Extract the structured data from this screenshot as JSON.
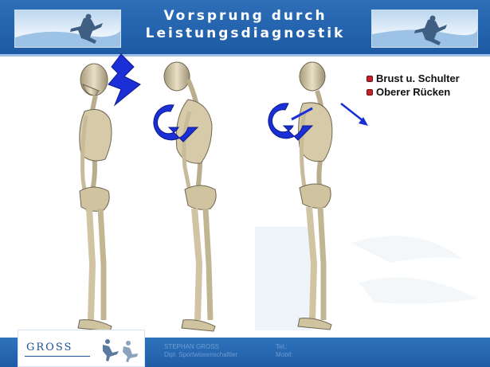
{
  "header": {
    "title_line1": "Vorsprung durch",
    "title_line2": "Leistungsdiagnostik"
  },
  "bullets": [
    "Brust u. Schulter",
    "Oberer Rücken"
  ],
  "figures": [
    {
      "name": "upright-posture",
      "indicator": "lightning-icon"
    },
    {
      "name": "forward-flexed-posture",
      "indicator": "rotation-arrow-icon"
    },
    {
      "name": "corrected-posture",
      "indicator": "rotation-arrow-icon"
    }
  ],
  "footer": {
    "logo": "GROSS",
    "name": "STEPHAN GROSS",
    "role": "Dipl. Sportwissenschaftler",
    "tel_label": "Tel.:",
    "mobil_label": "Mobil:"
  },
  "colors": {
    "header_blue": "#2463ad",
    "arrow_blue": "#1a2fd6",
    "bullet_red": "#c7202a",
    "bone": "#d8ceb0"
  }
}
